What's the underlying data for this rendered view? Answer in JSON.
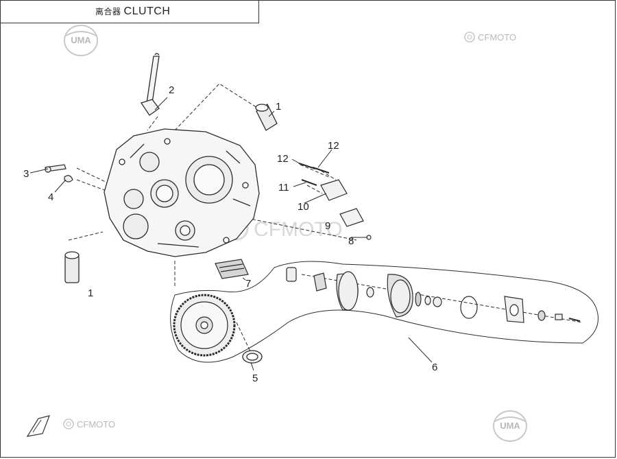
{
  "title": {
    "chinese": "离合器",
    "english": "CLUTCH"
  },
  "logos": {
    "uma": "UMA",
    "cfmoto": "CFMOTO",
    "watermark": "CFMOTO",
    "color_light": "#bdbdbd"
  },
  "callouts": [
    {
      "id": "c1a",
      "label": "1"
    },
    {
      "id": "c1b",
      "label": "1"
    },
    {
      "id": "c2",
      "label": "2"
    },
    {
      "id": "c3",
      "label": "3"
    },
    {
      "id": "c4",
      "label": "4"
    },
    {
      "id": "c5",
      "label": "5"
    },
    {
      "id": "c6",
      "label": "6"
    },
    {
      "id": "c7",
      "label": "7"
    },
    {
      "id": "c8",
      "label": "8"
    },
    {
      "id": "c9",
      "label": "9"
    },
    {
      "id": "c10",
      "label": "10"
    },
    {
      "id": "c11",
      "label": "11"
    },
    {
      "id": "c12a",
      "label": "12"
    },
    {
      "id": "c12b",
      "label": "12"
    }
  ],
  "colors": {
    "line": "#2a2a2a",
    "fill_light": "#f4f4f4",
    "fill_mid": "#d9d9d9"
  }
}
